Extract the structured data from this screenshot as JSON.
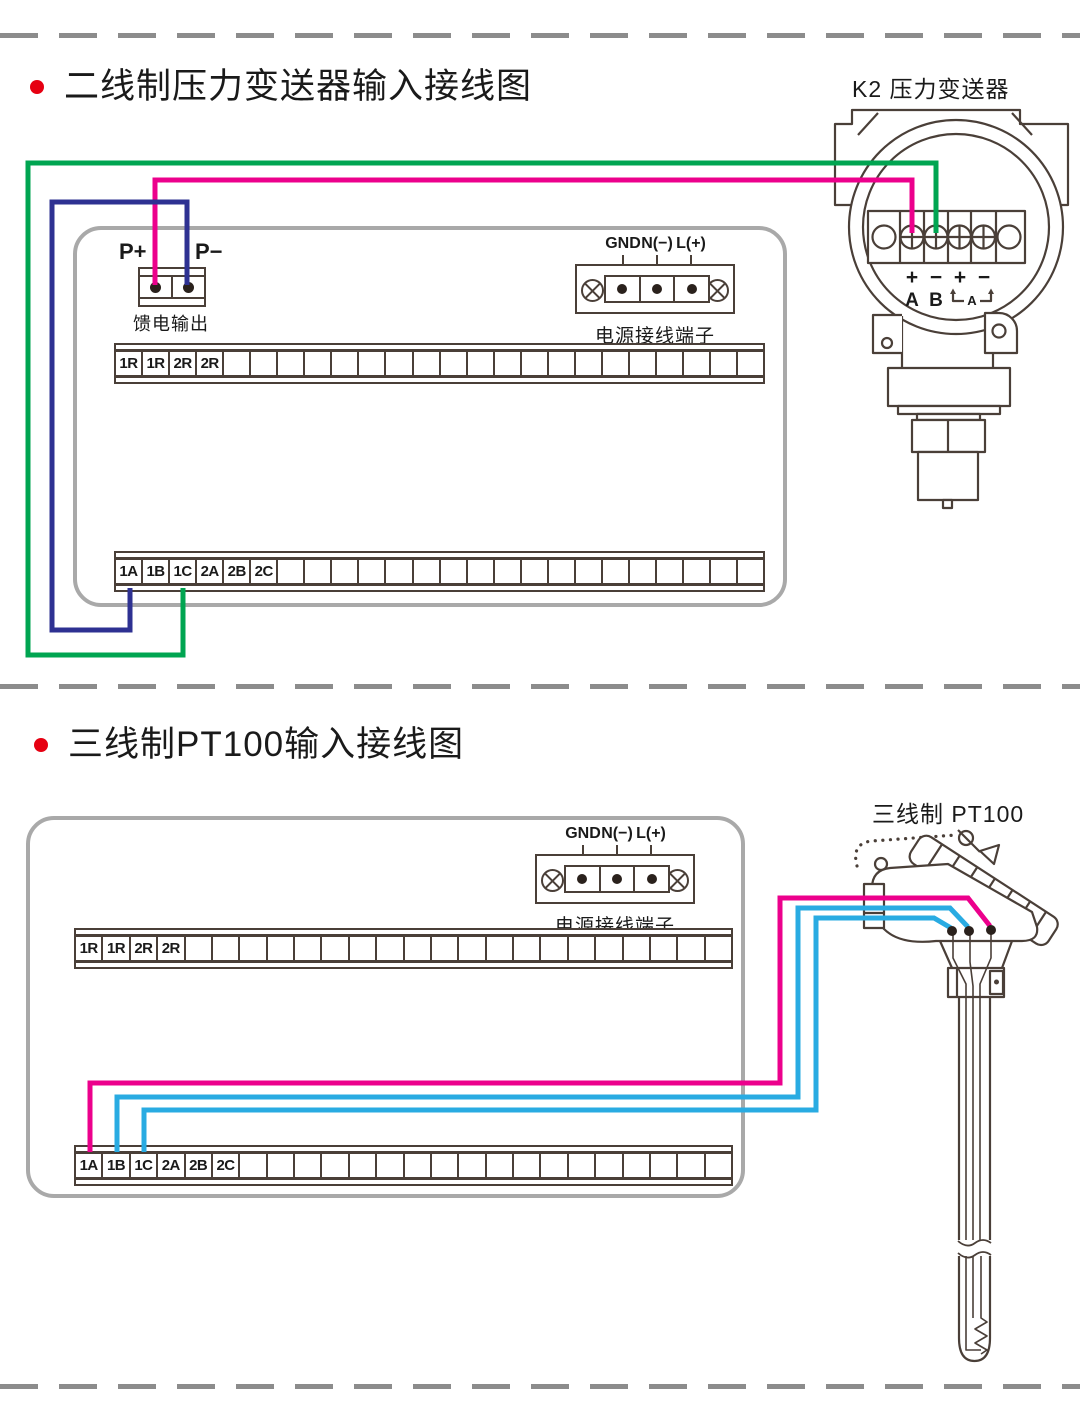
{
  "colors": {
    "wire_green": "#00a551",
    "wire_magenta": "#ec008c",
    "wire_navy": "#2e3192",
    "wire_cyan": "#29abe2",
    "line_art": "#4a3f38",
    "panel_border": "#a9a9a9",
    "bullet_red": "#e60012",
    "dash_gray": "#8c8c8c"
  },
  "section1": {
    "title": "二线制压力变送器输入接线图",
    "device_label": "K2 压力变送器",
    "feed_output": {
      "pos_label": "P+",
      "neg_label": "P−",
      "caption": "馈电输出"
    },
    "power_terminal": {
      "labels": [
        "GND",
        "N(−)",
        "L(+)"
      ],
      "caption": "电源接线端子"
    },
    "strips": {
      "top": [
        "1R",
        "1R",
        "2R",
        "2R"
      ],
      "bottom": [
        "1A",
        "1B",
        "1C",
        "2A",
        "2B",
        "2C"
      ],
      "cell_count": 24
    },
    "transmitter": {
      "polarity_labels": [
        "+",
        "−",
        "+",
        "−"
      ],
      "ab_labels": [
        "A",
        "B"
      ],
      "bracket_label": "A"
    }
  },
  "section2": {
    "title": "三线制PT100输入接线图",
    "device_label": "三线制  PT100",
    "power_terminal": {
      "labels": [
        "GND",
        "N(−)",
        "L(+)"
      ],
      "caption": "电源接线端子"
    },
    "strips": {
      "top": [
        "1R",
        "1R",
        "2R",
        "2R"
      ],
      "bottom": [
        "1A",
        "1B",
        "1C",
        "2A",
        "2B",
        "2C"
      ],
      "cell_count": 24
    }
  }
}
